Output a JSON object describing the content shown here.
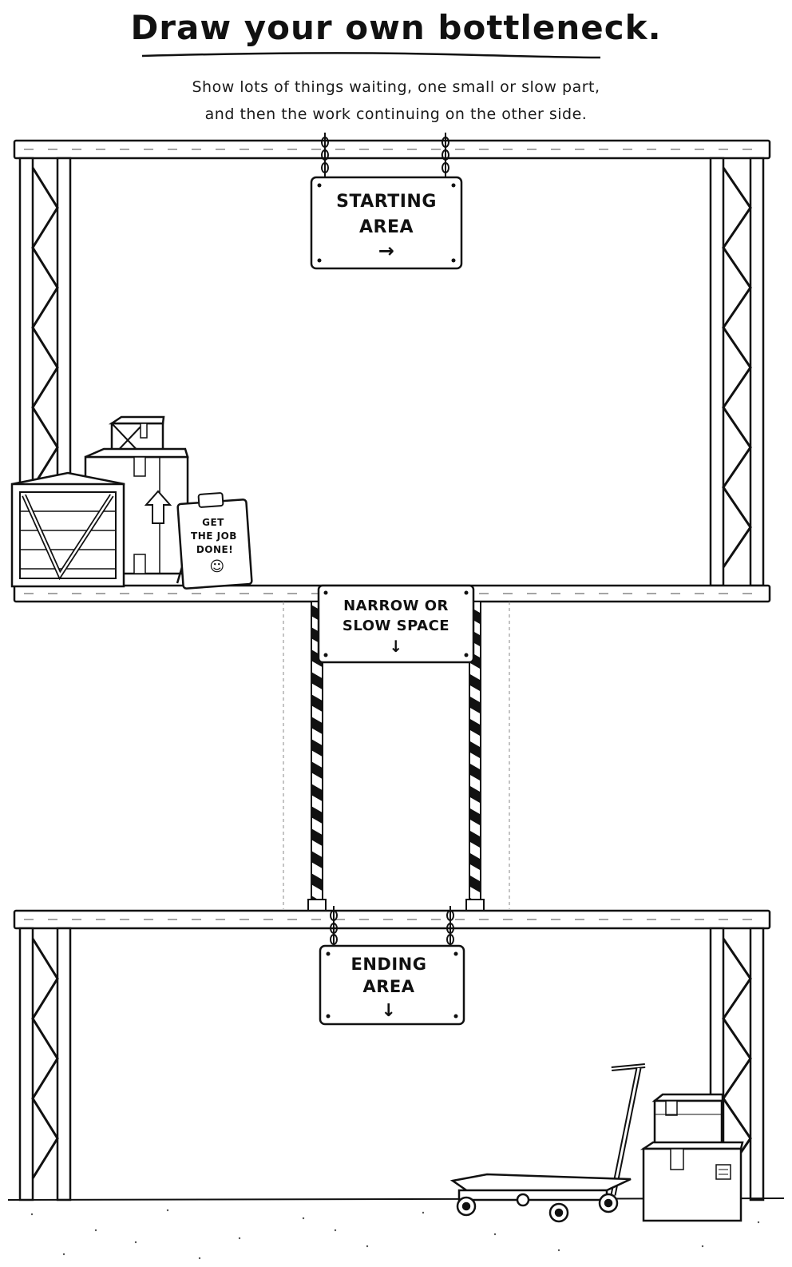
{
  "title": "Draw your own bottleneck.",
  "subtitle": {
    "line1": "Show lots of things waiting, one small or slow part,",
    "line2": "and then the work continuing on the other side."
  },
  "signs": {
    "start": {
      "line1": "STARTING",
      "line2": "AREA",
      "arrow": "→"
    },
    "narrow": {
      "line1": "NARROW OR",
      "line2": "SLOW SPACE",
      "arrow": "↓"
    },
    "end": {
      "line1": "ENDING",
      "line2": "AREA",
      "arrow": "↓"
    }
  },
  "clipboard": {
    "line1": "GET",
    "line2": "THE JOB",
    "line3": "DONE!",
    "face": "☺"
  },
  "icons": [
    "up-arrow-icon",
    "smiley-icon",
    "chain-icon"
  ],
  "colors": {
    "ink": "#111111",
    "paper": "#ffffff",
    "shade": "#8a8a8a"
  }
}
